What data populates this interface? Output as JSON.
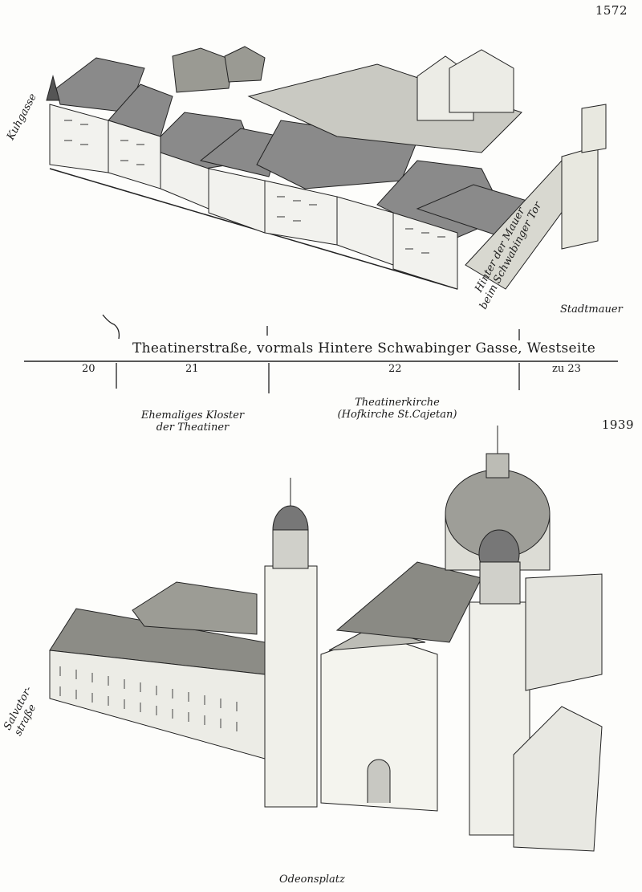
{
  "years": {
    "top": "1572",
    "bottom": "1939"
  },
  "street": {
    "title": "Theatinerstraße, vormals Hintere Schwabinger Gasse, Westseite",
    "house_numbers": [
      "20",
      "21",
      "22",
      "zu 23"
    ]
  },
  "labels_1572": {
    "kuhgasse": "Kuhgasse",
    "hinter_mauer_line1": "Hinter der Mauer",
    "hinter_mauer_line2": "beim Schwabinger Tor",
    "stadtmauer": "Stadtmauer"
  },
  "labels_1939": {
    "kloster_line1": "Ehemaliges Kloster",
    "kloster_line2": "der Theatiner",
    "kirche_line1": "Theatinerkirche",
    "kirche_line2": "(Hofkirche St.Cajetan)",
    "salvator_line1": "Salvator-",
    "salvator_line2": "straße",
    "odeonsplatz": "Odeonsplatz"
  }
}
